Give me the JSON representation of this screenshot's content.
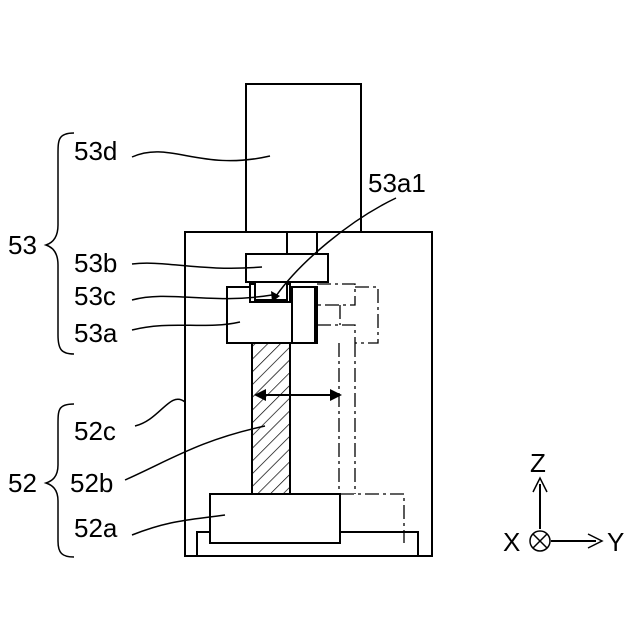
{
  "labels": {
    "l53": "53",
    "l53d": "53d",
    "l53a1": "53a1",
    "l53b": "53b",
    "l53c": "53c",
    "l53a": "53a",
    "l52": "52",
    "l52c": "52c",
    "l52b": "52b",
    "l52a": "52a"
  },
  "axes": {
    "z": "Z",
    "x": "X",
    "y": "Y"
  }
}
